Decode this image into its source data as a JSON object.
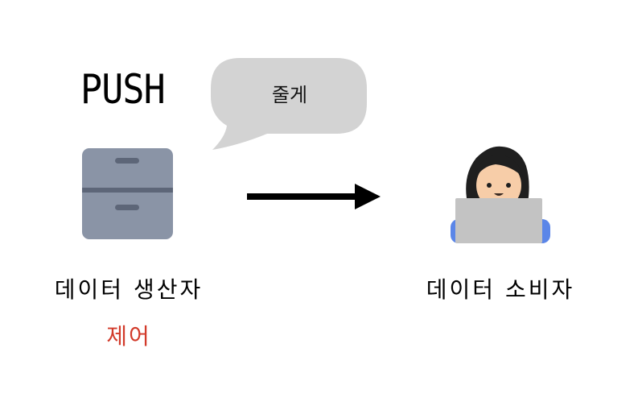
{
  "title": "PUSH",
  "bubble": {
    "text": "줄게",
    "color": "#d3d3d3"
  },
  "producer": {
    "icon": "file-cabinet-icon",
    "label": "데이터 생산자",
    "control_label": "제어",
    "control_color": "#d23a2a",
    "cabinet_color": "#8a94a6",
    "handle_color": "#5d6678"
  },
  "arrow": {
    "icon": "right-arrow-icon",
    "color": "#000000"
  },
  "consumer": {
    "icon": "person-with-laptop-icon",
    "label": "데이터 소비자",
    "laptop_color": "#c3c3c3",
    "skin_color": "#f7cda8",
    "hair_color": "#1f1f1f",
    "shirt_color": "#5b86e8"
  }
}
